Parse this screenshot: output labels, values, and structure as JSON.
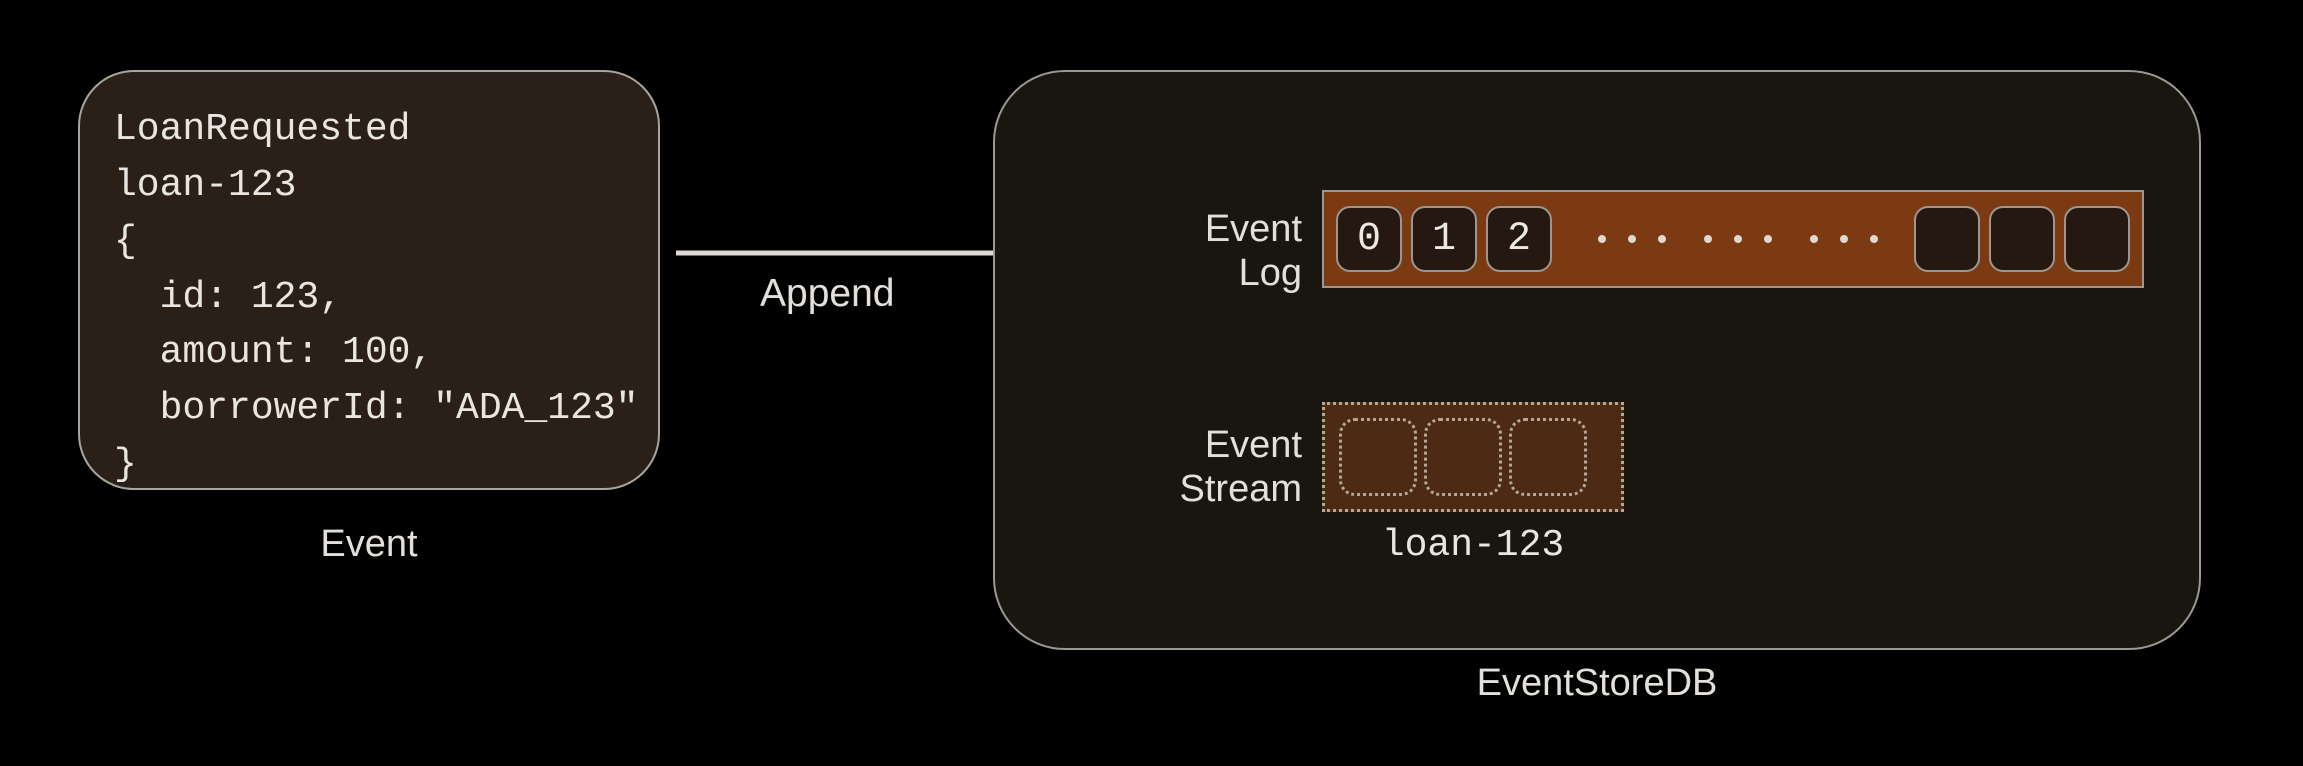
{
  "diagram": {
    "title": "EventStoreDB Append",
    "background_color": "#000000"
  },
  "event_card": {
    "caption": "Event",
    "code": "LoanRequested\nloan-123\n{\n  id: 123,\n  amount: 100,\n  borrowerId: \"ADA_123\"\n}",
    "lines": [
      "LoanRequested",
      "loan-123",
      "{",
      "  id: 123,",
      "  amount: 100,",
      "  borrowerId: \"ADA_123\"",
      "}"
    ],
    "fields": {
      "event_type": "LoanRequested",
      "stream_id": "loan-123",
      "id": "123",
      "amount": "100",
      "borrowerId": "ADA_123"
    },
    "background_color": "#2b2017",
    "border_color": "#a8a49f"
  },
  "arrow": {
    "label": "Append",
    "color": "#dddad6"
  },
  "store": {
    "caption": "EventStoreDB",
    "background_color": "#19160f",
    "border_color": "#9b9792",
    "event_log": {
      "label": "Event\nLog",
      "label_line1": "Event",
      "label_line2": "Log",
      "bar_color": "#7b3a11",
      "cell_color": "#241810",
      "filled_cells": [
        "0",
        "1",
        "2"
      ],
      "ellipsis_groups": 3,
      "ellipsis_dots_per_group": 3,
      "empty_cells_count": 3
    },
    "event_stream": {
      "label": "Event\nStream",
      "label_line1": "Event",
      "label_line2": "Stream",
      "caption": "loan-123",
      "box_color": "#4c2a14",
      "border_style": "dotted",
      "border_color": "#b6a899",
      "cells_count": 3
    }
  }
}
